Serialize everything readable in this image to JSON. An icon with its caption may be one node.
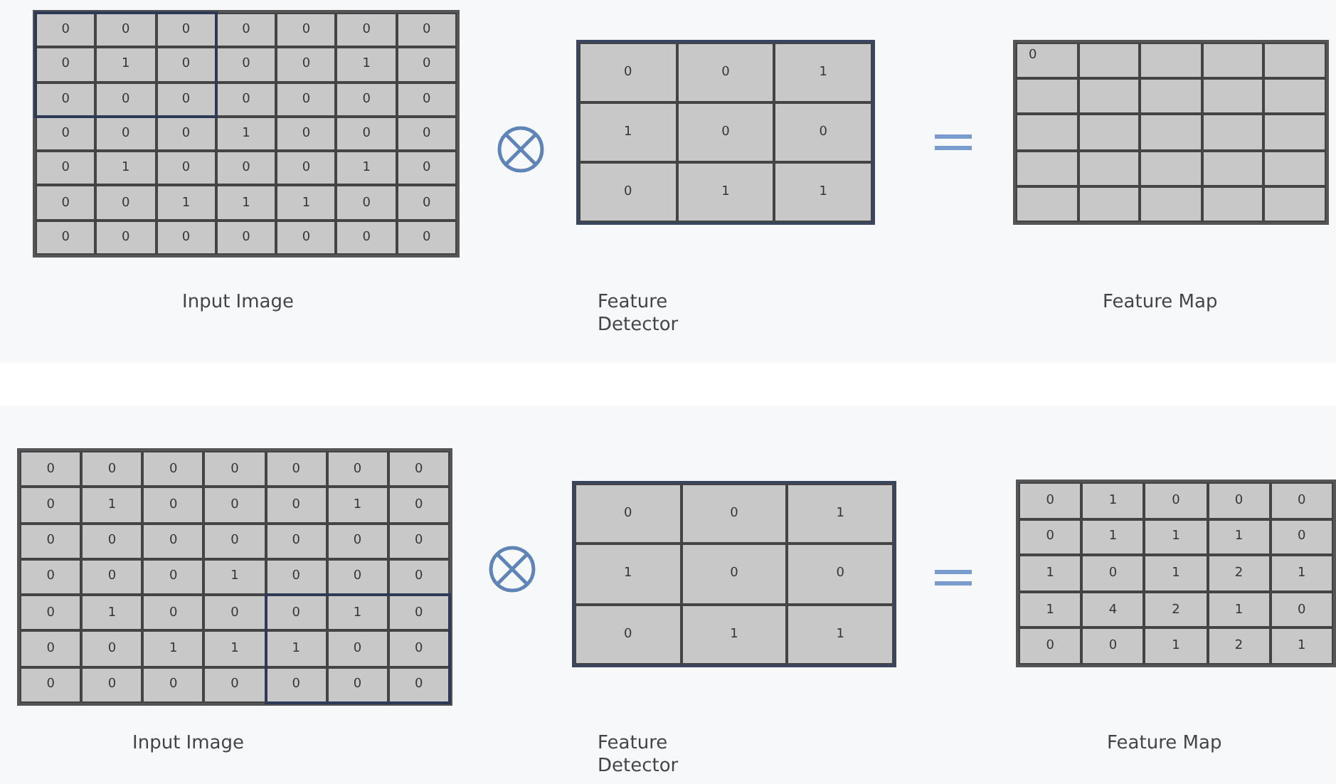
{
  "diagram": {
    "nodes": [
      {
        "text": [
          "0",
          "0",
          "0",
          "0",
          "0",
          "0",
          "0",
          "0",
          "1",
          "0",
          "0",
          "0",
          "1",
          "0",
          "0",
          "0",
          "0",
          "0",
          "0",
          "0",
          "0",
          "0",
          "0",
          "0",
          "1",
          "0",
          "0",
          "0",
          "0",
          "1",
          "0",
          "0",
          "0",
          "1",
          "0",
          "0",
          "0",
          "1",
          "1",
          "1",
          "0",
          "0",
          "0",
          "0",
          "0",
          "0",
          "0",
          "0",
          "0"
        ],
        "beside": [
          "Input Image"
        ]
      },
      {
        "text": [
          "0",
          "0",
          "1",
          "1",
          "0",
          "0",
          "0",
          "1",
          "1"
        ],
        "beside": [
          "Feature Detector"
        ]
      },
      {
        "text": [
          "0"
        ],
        "beside": [
          "Feature Map"
        ]
      },
      {
        "text": [
          "0",
          "0",
          "0",
          "0",
          "0",
          "0",
          "0",
          "0",
          "1",
          "0",
          "0",
          "0",
          "1",
          "0",
          "0",
          "0",
          "0",
          "0",
          "0",
          "0",
          "0",
          "0",
          "0",
          "0",
          "1",
          "0",
          "0",
          "0",
          "0",
          "1",
          "0",
          "0",
          "0",
          "1",
          "0",
          "0",
          "0",
          "1",
          "1",
          "1",
          "0",
          "0",
          "0",
          "0",
          "0",
          "0",
          "0",
          "0",
          "0"
        ],
        "beside": [
          "Input Image"
        ]
      },
      {
        "text": [
          "0",
          "0",
          "1",
          "1",
          "0",
          "0",
          "0",
          "1",
          "1"
        ],
        "beside": [
          "Feature Detector"
        ]
      },
      {
        "text": [
          "0",
          "1",
          "0",
          "0",
          "0",
          "0",
          "1",
          "1",
          "1",
          "0",
          "1",
          "0",
          "1",
          "2",
          "1",
          "1",
          "4",
          "2",
          "1",
          "0",
          "0",
          "0",
          "1",
          "2",
          "1"
        ],
        "beside": [
          "Feature Map"
        ]
      }
    ]
  }
}
